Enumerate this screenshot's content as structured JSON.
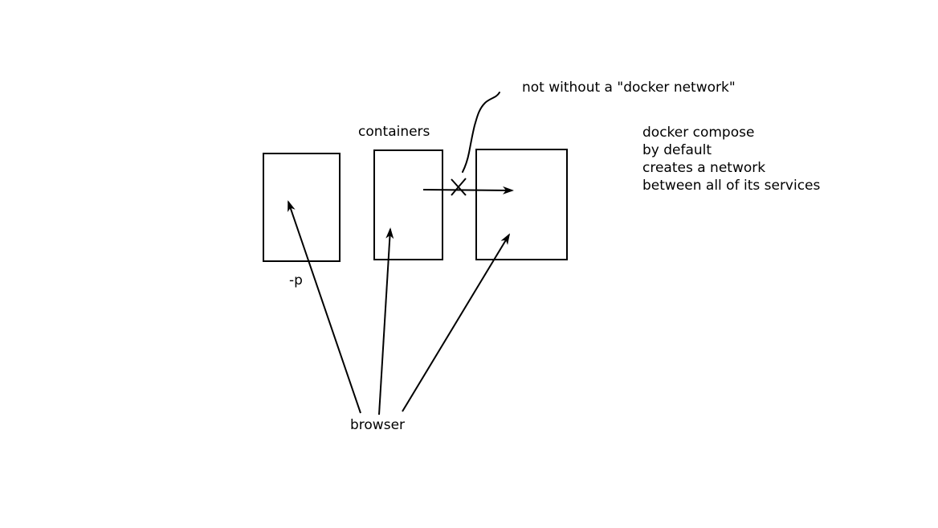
{
  "diagram": {
    "labels": {
      "containers": "containers",
      "port_flag": "-p",
      "browser": "browser",
      "network_note": "not without a \"docker network\""
    },
    "compose_note": {
      "lines": [
        "docker compose",
        "by default",
        "creates a network",
        "between all of its services"
      ]
    },
    "colors": {
      "stroke": "#000000",
      "background": "#ffffff"
    }
  }
}
